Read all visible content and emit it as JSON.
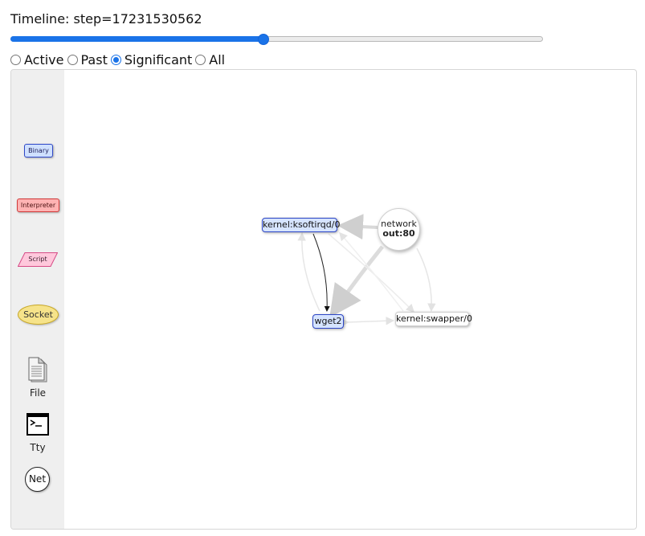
{
  "timeline": {
    "label": "Timeline: step=17231530562",
    "position_fraction": 0.475
  },
  "filters": {
    "options": [
      {
        "label": "Active",
        "checked": false
      },
      {
        "label": "Past",
        "checked": false
      },
      {
        "label": "Significant",
        "checked": true
      },
      {
        "label": "All",
        "checked": false
      }
    ]
  },
  "legend": {
    "binary": "Binary",
    "interpreter": "Interpreter",
    "script": "Script",
    "socket": "Socket",
    "file": "File",
    "tty": "Tty",
    "net": "Net"
  },
  "graph": {
    "nodes": {
      "ksoftirqd": "kernel:ksoftirqd/0",
      "wget": "wget2",
      "swapper": "kernel:swapper/0",
      "network_line1": "network",
      "network_line2": "out:80"
    }
  },
  "colors": {
    "accent": "#1a73e8",
    "binary_fill": "#d6e4ff",
    "binary_border": "#2e47c7",
    "interpreter_fill": "#ffb3b3",
    "script_fill": "#ffc8dc",
    "socket_fill": "#f6e38a"
  }
}
